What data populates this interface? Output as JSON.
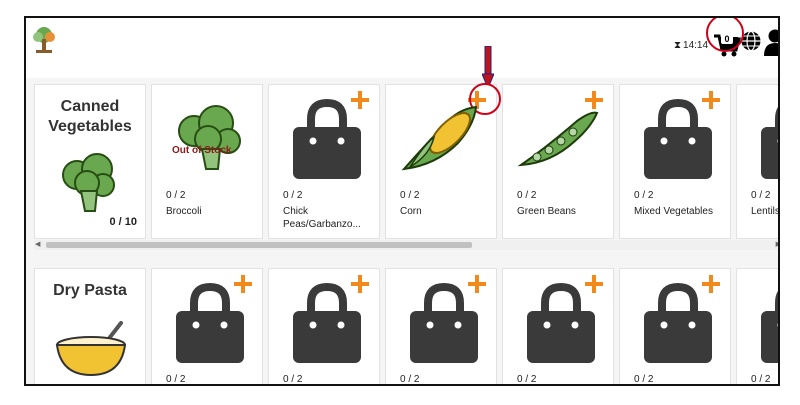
{
  "header": {
    "logo_icon": "tree-logo-icon",
    "timer_text": "14:14",
    "cart_count": "0",
    "icons": [
      "hourglass-icon",
      "cart-icon",
      "globe-icon",
      "user-icon"
    ],
    "annotation_color": "#d0021b",
    "arrow_color": "#c0141c"
  },
  "rows": [
    {
      "category": {
        "title": "Canned Vegetables",
        "count": "0 / 10",
        "icon": "broccoli-icon"
      },
      "items": [
        {
          "count": "0 / 2",
          "name": "Broccoli",
          "image": "broccoli-icon",
          "status": "Out of Stock",
          "addable": false
        },
        {
          "count": "0 / 2",
          "name": "Chick Peas/Garbanzo...",
          "image": "bag-icon",
          "addable": true
        },
        {
          "count": "0 / 2",
          "name": "Corn",
          "image": "corn-icon",
          "addable": true
        },
        {
          "count": "0 / 2",
          "name": "Green Beans",
          "image": "green-beans-icon",
          "addable": true
        },
        {
          "count": "0 / 2",
          "name": "Mixed Vegetables",
          "image": "bag-icon",
          "addable": true
        },
        {
          "count": "0 / 2",
          "name": "Lentils",
          "image": "bag-icon",
          "addable": true
        }
      ]
    },
    {
      "category": {
        "title": "Dry Pasta",
        "icon": "pasta-bowl-icon"
      },
      "items": [
        {
          "count": "0 / 2",
          "image": "bag-icon",
          "addable": true
        },
        {
          "count": "0 / 2",
          "image": "bag-icon",
          "addable": true
        },
        {
          "count": "0 / 2",
          "image": "bag-icon",
          "addable": true
        },
        {
          "count": "0 / 2",
          "image": "bag-icon",
          "addable": true
        },
        {
          "count": "0 / 2",
          "image": "bag-icon",
          "addable": true
        },
        {
          "count": "0 / 2",
          "image": "bag-icon",
          "addable": true
        }
      ]
    }
  ],
  "colors": {
    "plus": "#f28a1b",
    "bag": "#3a3a3a",
    "card_bg": "#ffffff",
    "page_bg": "#f5f5f5"
  }
}
